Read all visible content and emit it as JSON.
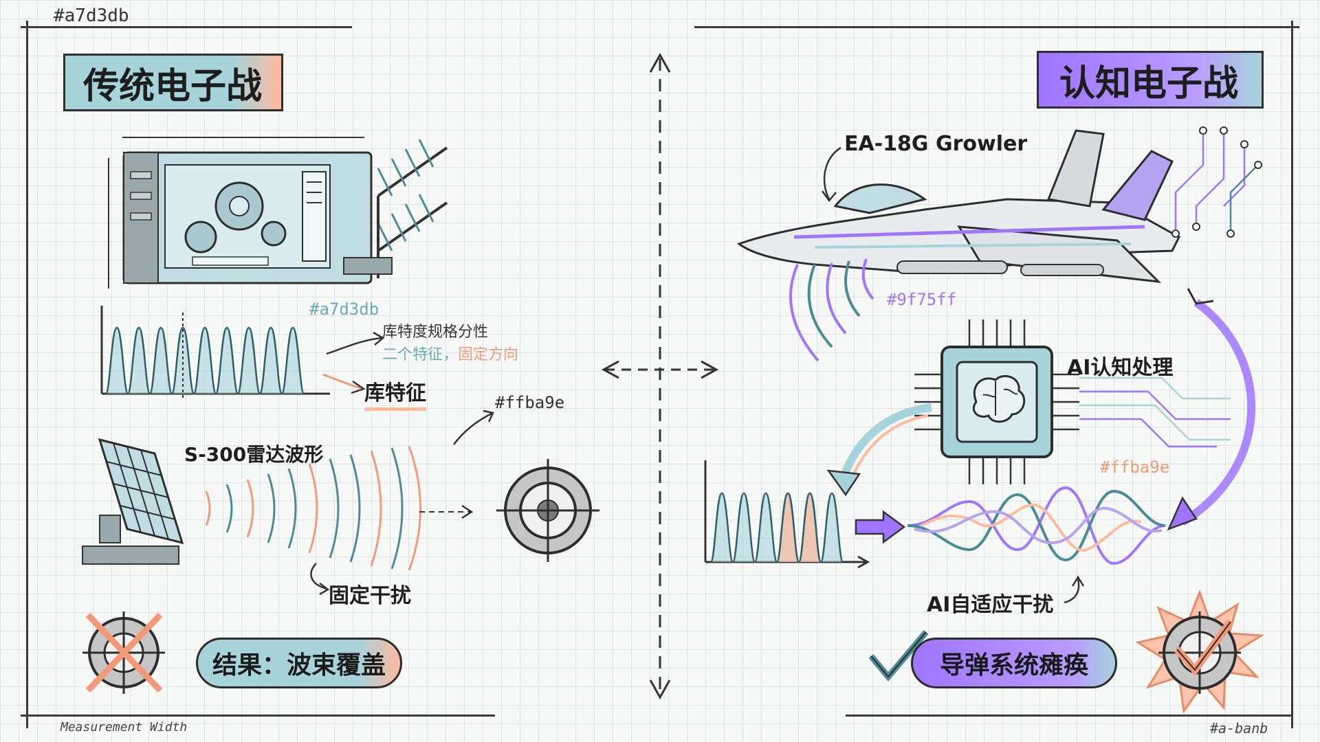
{
  "header": {
    "corner_tag": "#a7d3db",
    "left_title": "传统电子战",
    "right_title": "认知电子战"
  },
  "colors": {
    "teal": "#a7d3db",
    "orange": "#ffba9e",
    "purple": "#9f75ff",
    "ink": "#2f2f2f"
  },
  "left_panel": {
    "console_icon": "signal-console-icon",
    "antenna_icon": "yagi-antenna-icon",
    "waveform_color_note": "#a7d3db",
    "feature_note_line1": "库特度规格分性",
    "feature_note_line2_a": "二个特征，",
    "feature_note_line2_b": "固定方向",
    "feature_label": "库特征",
    "radar_label": "S-300雷达波形",
    "wave_color_note": "#ffba9e",
    "fixed_jam_label": "固定干扰",
    "result_label": "结果：波束覆盖"
  },
  "right_panel": {
    "aircraft_label": "EA-18G Growler",
    "emission_color_note": "#9f75ff",
    "ai_process_label": "AI认知处理",
    "adaptive_color_note": "#ffba9e",
    "adaptive_jam_label": "AI自适应干扰",
    "result_label": "导弹系统瘫痪"
  },
  "footer": {
    "left_note": "Measurement Width",
    "right_note": "#a-banb"
  }
}
